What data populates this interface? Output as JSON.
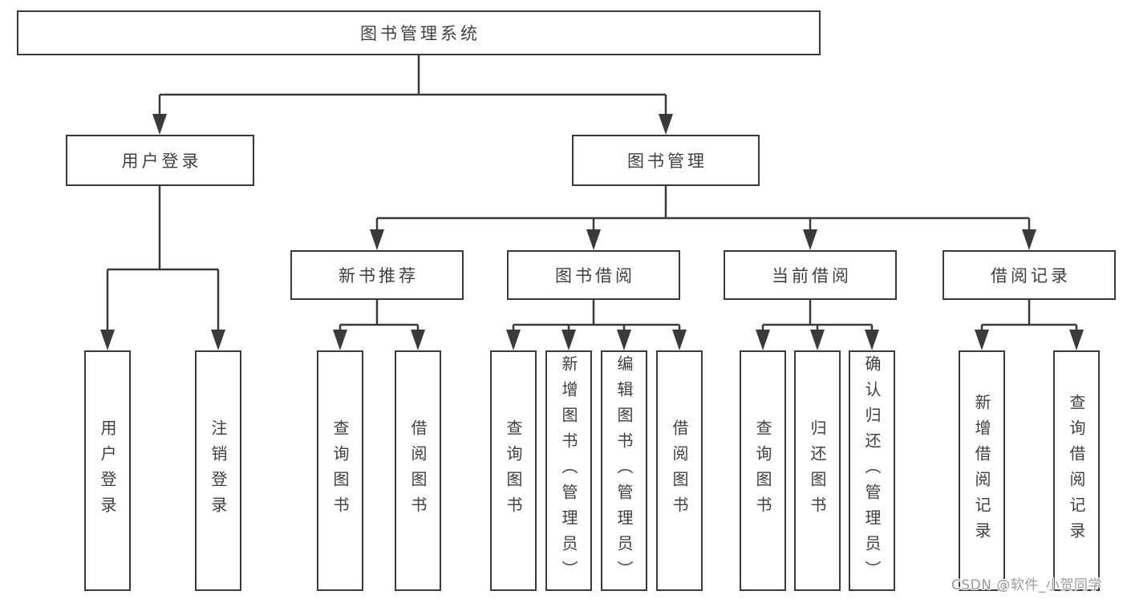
{
  "page": {
    "background": "#ffffff"
  },
  "colors": {
    "line": "#3a3a3a",
    "box_border": "#3a3a3a",
    "text": "#3f3f3f",
    "box_fill": "#ffffff",
    "watermark": "#9b9b9b"
  },
  "tree": {
    "root": "图书管理系统",
    "branches": [
      {
        "label": "用户登录",
        "leaves": [
          "用户登录",
          "注销登录"
        ]
      },
      {
        "label": "图书管理",
        "groups": [
          {
            "label": "新书推荐",
            "leaves": [
              "查询图书",
              "借阅图书"
            ]
          },
          {
            "label": "图书借阅",
            "leaves": [
              "查询图书",
              "新增图书（管理员）",
              "编辑图书（管理员）",
              "借阅图书"
            ]
          },
          {
            "label": "当前借阅",
            "leaves": [
              "查询图书",
              "归还图书",
              "确认归还（管理员）"
            ]
          },
          {
            "label": "借阅记录",
            "leaves": [
              "新增借阅记录",
              "查询借阅记录"
            ]
          }
        ]
      }
    ]
  },
  "watermark": {
    "text": "CSDN @软件_小贺同学"
  }
}
